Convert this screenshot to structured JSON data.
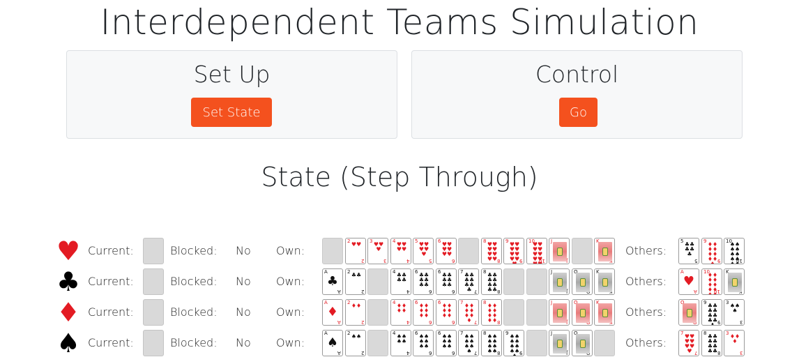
{
  "header": {
    "title": "Interdependent Teams Simulation"
  },
  "setup": {
    "title": "Set Up",
    "button_label": "Set State"
  },
  "control": {
    "title": "Control",
    "button_label": "Go"
  },
  "state": {
    "heading": "State (Step Through)"
  },
  "labels": {
    "current": "Current:",
    "blocked": "Blocked:",
    "own": "Own:",
    "others": "Others:"
  },
  "rows": [
    {
      "suit": "hearts",
      "suit_glyph": "♥",
      "color": "red",
      "blocked": "No",
      "own": [
        {
          "rank": "",
          "suit": "",
          "empty": true
        },
        {
          "rank": "2",
          "suit": "♥"
        },
        {
          "rank": "3",
          "suit": "♥"
        },
        {
          "rank": "4",
          "suit": "♥"
        },
        {
          "rank": "5",
          "suit": "♥"
        },
        {
          "rank": "6",
          "suit": "♥"
        },
        {
          "rank": "",
          "suit": "",
          "empty": true
        },
        {
          "rank": "8",
          "suit": "♥"
        },
        {
          "rank": "9",
          "suit": "♥"
        },
        {
          "rank": "10",
          "suit": "♥"
        },
        {
          "rank": "J",
          "suit": "♥",
          "face": true
        },
        {
          "rank": "",
          "suit": "",
          "empty": true
        },
        {
          "rank": "K",
          "suit": "♥",
          "face": true
        }
      ],
      "others": [
        {
          "rank": "5",
          "suit": "♣"
        },
        {
          "rank": "9",
          "suit": "♦"
        },
        {
          "rank": "10",
          "suit": "♠"
        }
      ]
    },
    {
      "suit": "clubs",
      "suit_glyph": "♣",
      "color": "black",
      "blocked": "No",
      "own": [
        {
          "rank": "A",
          "suit": "♣"
        },
        {
          "rank": "2",
          "suit": "♣"
        },
        {
          "rank": "",
          "suit": "",
          "empty": true
        },
        {
          "rank": "4",
          "suit": "♣"
        },
        {
          "rank": "6",
          "suit": "♣"
        },
        {
          "rank": "6",
          "suit": "♣"
        },
        {
          "rank": "7",
          "suit": "♣"
        },
        {
          "rank": "8",
          "suit": "♣"
        },
        {
          "rank": "",
          "suit": "",
          "empty": true
        },
        {
          "rank": "",
          "suit": "",
          "empty": true
        },
        {
          "rank": "J",
          "suit": "♣",
          "face": true
        },
        {
          "rank": "Q",
          "suit": "♣",
          "face": true
        },
        {
          "rank": "K",
          "suit": "♣",
          "face": true
        }
      ],
      "others": [
        {
          "rank": "A",
          "suit": "♥"
        },
        {
          "rank": "10",
          "suit": "♦"
        },
        {
          "rank": "K",
          "suit": "♠",
          "face": true
        }
      ]
    },
    {
      "suit": "diamonds",
      "suit_glyph": "♦",
      "color": "red",
      "blocked": "No",
      "own": [
        {
          "rank": "A",
          "suit": "♦"
        },
        {
          "rank": "2",
          "suit": "♦"
        },
        {
          "rank": "",
          "suit": "",
          "empty": true
        },
        {
          "rank": "4",
          "suit": "♦"
        },
        {
          "rank": "6",
          "suit": "♦"
        },
        {
          "rank": "6",
          "suit": "♦"
        },
        {
          "rank": "7",
          "suit": "♦"
        },
        {
          "rank": "8",
          "suit": "♦"
        },
        {
          "rank": "",
          "suit": "",
          "empty": true
        },
        {
          "rank": "",
          "suit": "",
          "empty": true
        },
        {
          "rank": "J",
          "suit": "♦",
          "face": true
        },
        {
          "rank": "Q",
          "suit": "♦",
          "face": true
        },
        {
          "rank": "K",
          "suit": "♦",
          "face": true
        }
      ],
      "others": [
        {
          "rank": "Q",
          "suit": "♥",
          "face": true
        },
        {
          "rank": "9",
          "suit": "♣"
        },
        {
          "rank": "3",
          "suit": "♠"
        }
      ]
    },
    {
      "suit": "spades",
      "suit_glyph": "♠",
      "color": "black",
      "blocked": "No",
      "own": [
        {
          "rank": "A",
          "suit": "♠"
        },
        {
          "rank": "2",
          "suit": "♠"
        },
        {
          "rank": "",
          "suit": "",
          "empty": true
        },
        {
          "rank": "4",
          "suit": "♠"
        },
        {
          "rank": "6",
          "suit": "♠"
        },
        {
          "rank": "6",
          "suit": "♠"
        },
        {
          "rank": "7",
          "suit": "♠"
        },
        {
          "rank": "8",
          "suit": "♠"
        },
        {
          "rank": "9",
          "suit": "♠"
        },
        {
          "rank": "",
          "suit": "",
          "empty": true
        },
        {
          "rank": "J",
          "suit": "♠",
          "face": true
        },
        {
          "rank": "Q",
          "suit": "♠",
          "face": true
        },
        {
          "rank": "",
          "suit": "",
          "empty": true
        }
      ],
      "others": [
        {
          "rank": "7",
          "suit": "♥"
        },
        {
          "rank": "8",
          "suit": "♣"
        },
        {
          "rank": "3",
          "suit": "♦"
        }
      ]
    }
  ]
}
